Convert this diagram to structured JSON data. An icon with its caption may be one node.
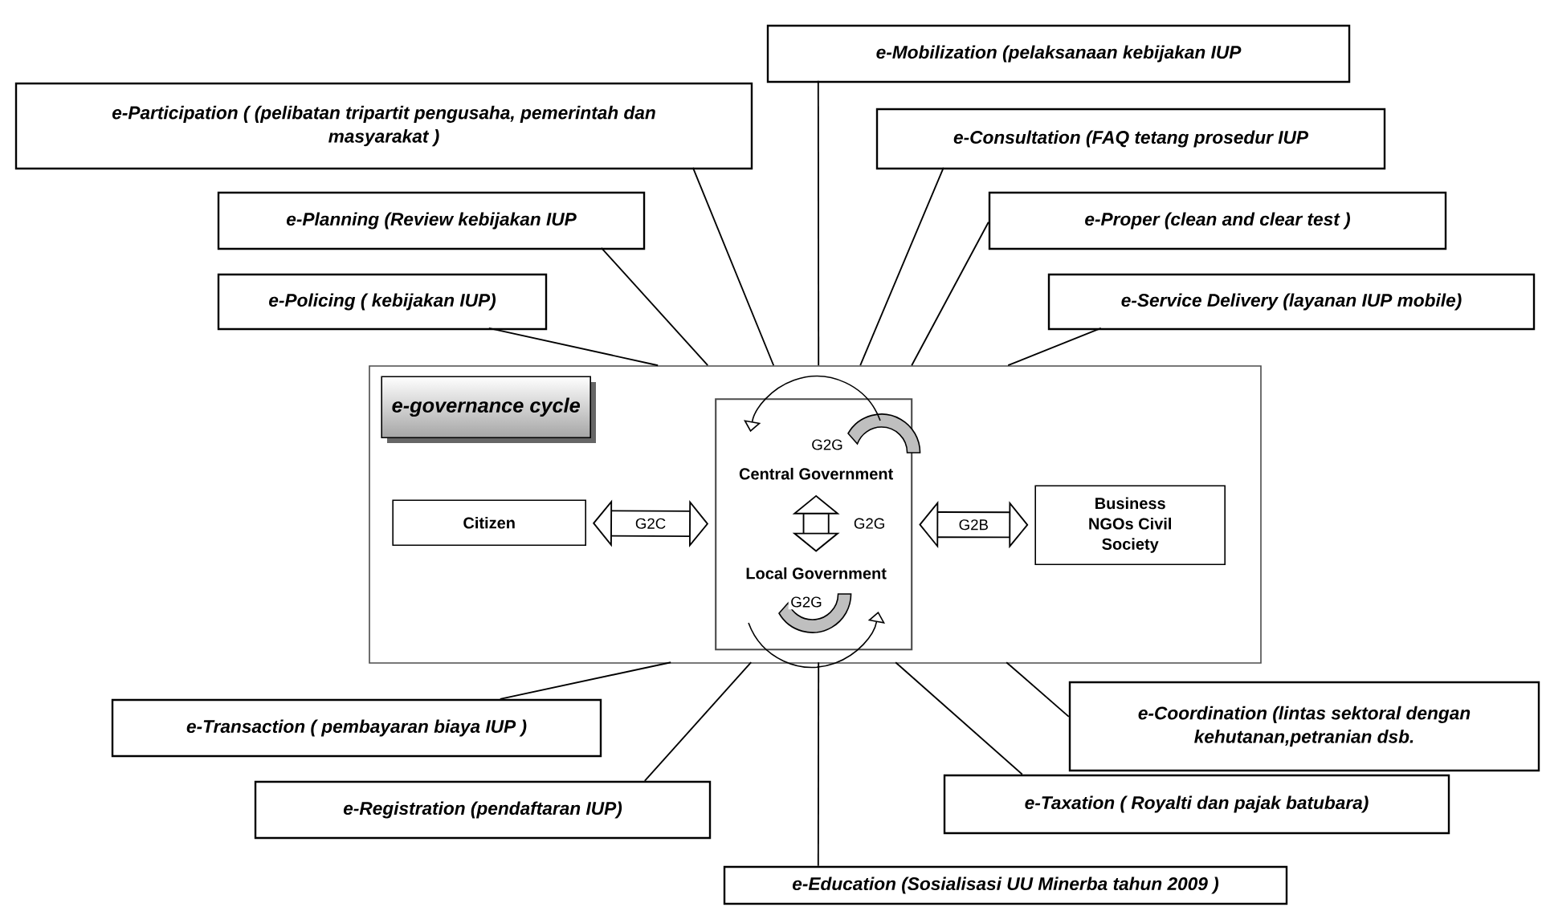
{
  "diagram": {
    "nodes": [
      {
        "text": [
          "e-Mobilization (pelaksanaan kebijakan IUP"
        ]
      },
      {
        "text": [
          "e-Participation ( (pelibatan tripartit pengusaha, pemerintah dan masyarakat )"
        ]
      },
      {
        "text": [
          "e-Consultation (FAQ tetang prosedur IUP"
        ]
      },
      {
        "text": [
          "e-Planning (Review kebijakan IUP"
        ]
      },
      {
        "text": [
          "e-Proper (clean and clear test )"
        ]
      },
      {
        "text": [
          "e-Policing ( kebijakan IUP)"
        ]
      },
      {
        "text": [
          "e-Service Delivery (layanan IUP mobile)"
        ]
      },
      {
        "text": [],
        "shape": "box"
      },
      {
        "text": [
          "e-governance cycle"
        ],
        "in": 7
      },
      {
        "text": [
          "Citizen"
        ],
        "in": 7
      },
      {
        "text": [],
        "shape": "box",
        "in": 7
      },
      {
        "text": [
          "Central Government"
        ],
        "in": 10
      },
      {
        "text": [
          "Local Government"
        ],
        "in": 10
      },
      {
        "text": [
          "Business NGOs Civil Society"
        ],
        "in": 7
      },
      {
        "text": [
          "e-Transaction ( pembayaran biaya IUP )"
        ]
      },
      {
        "text": [
          "e-Coordination (lintas sektoral dengan kehutanan,petranian dsb."
        ]
      },
      {
        "text": [
          "e-Registration (pendaftaran IUP)"
        ]
      },
      {
        "text": [
          "e-Taxation ( Royalti dan pajak batubara)"
        ]
      },
      {
        "text": [
          "e-Education (Sosialisasi UU Minerba tahun 2009 )"
        ]
      }
    ],
    "edges": [
      {
        "from": 0,
        "to": 7,
        "arrow": "none"
      },
      {
        "from": 1,
        "to": 7,
        "arrow": "none"
      },
      {
        "from": 2,
        "to": 7,
        "arrow": "none"
      },
      {
        "from": 3,
        "to": 7,
        "arrow": "none"
      },
      {
        "from": 4,
        "to": 7,
        "arrow": "none"
      },
      {
        "from": 5,
        "to": 7,
        "arrow": "none"
      },
      {
        "from": 6,
        "to": 7,
        "arrow": "none"
      },
      {
        "from": 9,
        "to": 10,
        "arrow": "both",
        "label": "G2C",
        "style": "thick"
      },
      {
        "from": 11,
        "to": 12,
        "arrow": "both",
        "label": "G2G",
        "style": "thick"
      },
      {
        "from": 10,
        "to": 13,
        "arrow": "both",
        "label": "G2B",
        "style": "thick"
      },
      {
        "from": 7,
        "to": 14,
        "arrow": "none"
      },
      {
        "from": 7,
        "to": 15,
        "arrow": "none"
      },
      {
        "from": 7,
        "to": 16,
        "arrow": "none"
      },
      {
        "from": 7,
        "to": 17,
        "arrow": "none"
      },
      {
        "from": 7,
        "to": 18,
        "arrow": "none"
      }
    ],
    "labels": [
      "G2G",
      "G2G"
    ]
  }
}
